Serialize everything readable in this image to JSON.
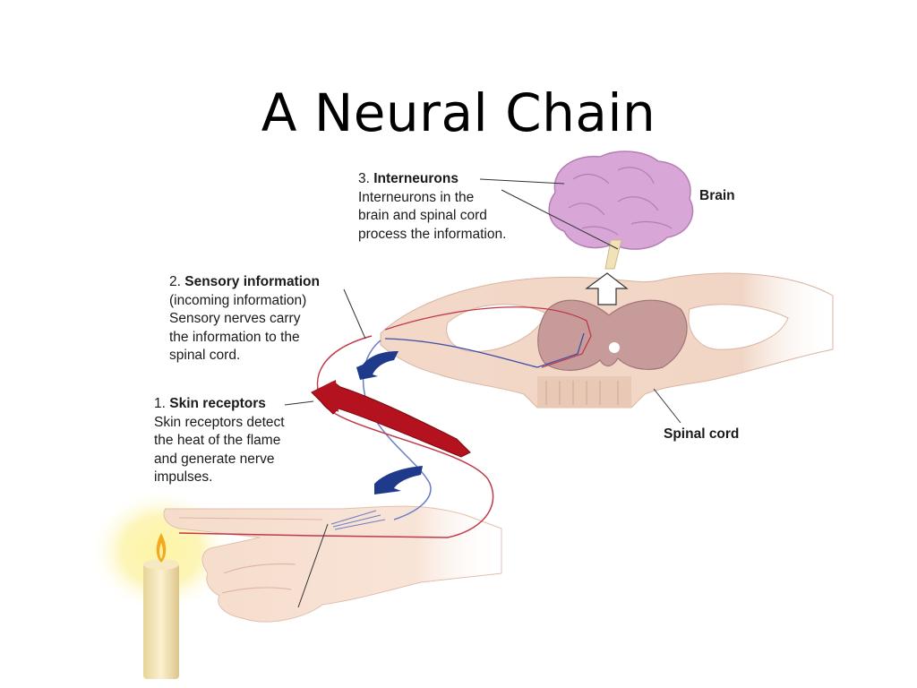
{
  "title": "A Neural Chain",
  "labels": {
    "interneurons": {
      "number": "3.",
      "heading": "Interneurons",
      "lines": [
        "Interneurons in the",
        "brain and spinal cord",
        "process the information."
      ]
    },
    "sensory": {
      "number": "2.",
      "heading": "Sensory information",
      "lines": [
        "(incoming information)",
        "Sensory nerves carry",
        "the information to the",
        "spinal cord."
      ]
    },
    "skin": {
      "number": "1.",
      "heading": "Skin receptors",
      "lines": [
        "Skin receptors detect",
        "the heat of the flame",
        "and generate nerve",
        "impulses."
      ]
    },
    "brain": "Brain",
    "spinal_cord": "Spinal cord"
  },
  "colors": {
    "sensory_arrow": "#b3121e",
    "motor_arrow": "#1f3a8a",
    "brain": "#d9a6d8",
    "spinal_cord": "#f1d6c6",
    "grey_matter": "#c89b9b",
    "skin": "#f7e1d3",
    "candle": "#f3e6b8",
    "flame": "#f4a81c"
  },
  "icons": {
    "brain": "brain-icon",
    "spinal_cord": "spinal-cord-cross-section",
    "hand": "hand-icon",
    "candle": "candle-icon"
  }
}
